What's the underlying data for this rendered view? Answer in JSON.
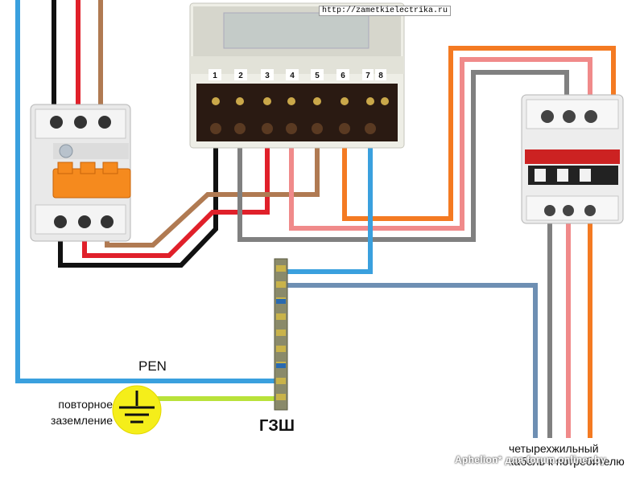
{
  "labels": {
    "pen": "PEN",
    "repeat_ground_line1": "повторное",
    "repeat_ground_line2": "заземление",
    "bus": "ГЗШ",
    "cable_line1": "четырехжильный",
    "cable_line2": "кабель к потребителю",
    "meter_url": "http://zametkielectrika.ru",
    "watermark": "Aphelion* для forum.onliner.by"
  },
  "meter": {
    "terminal_numbers": [
      "1",
      "2",
      "3",
      "4",
      "5",
      "6",
      "7",
      "8"
    ]
  },
  "colors": {
    "phase_black": "#111111",
    "phase_red": "#e0202a",
    "phase_brown": "#b07a52",
    "phase_gray": "#808080",
    "phase_pink": "#f08a8a",
    "phase_orange": "#f47a22",
    "neutral_blue": "#3aa0de",
    "neutral_steel": "#6e8fb3",
    "ground_green": "#b9e23a",
    "ground_symbol_bg": "#f5ee1a",
    "breaker_body": "#e9e9e9",
    "breaker_handle": "#f58a1e",
    "bus_bar": "#8a8a6a"
  }
}
